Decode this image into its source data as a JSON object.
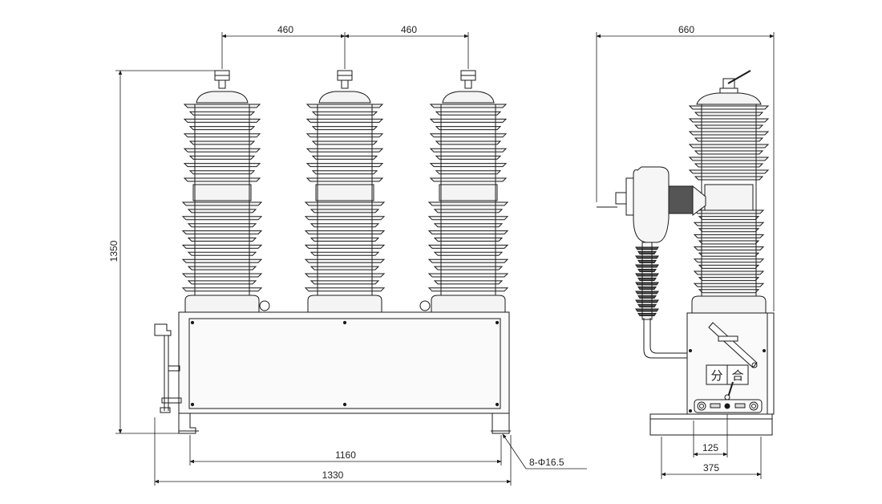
{
  "drawing": {
    "front_view": {
      "dim_top_left": "460",
      "dim_top_right": "460",
      "dim_height": "1350",
      "dim_inner_width": "1160",
      "dim_outer_width": "1330",
      "hole_callout": "8-Φ16.5"
    },
    "side_view": {
      "dim_top": "660",
      "dim_small": "125",
      "dim_base": "375",
      "label_open": "分",
      "label_close": "合"
    }
  },
  "colors": {
    "line": "#1a1a1a",
    "insulator_fill": "#f4f4f4",
    "body_fill": "#fafafa",
    "dark_fill": "#444444"
  }
}
